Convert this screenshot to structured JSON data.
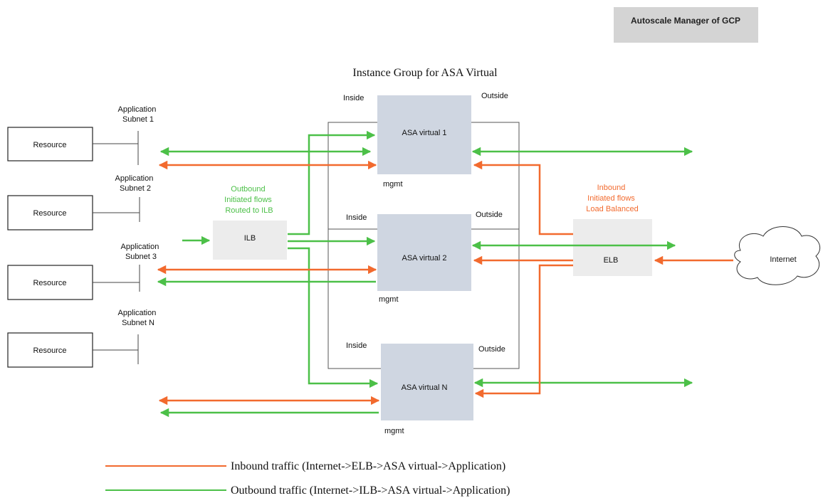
{
  "header": {
    "manager_label": "Autoscale Manager of GCP"
  },
  "group": {
    "title": "Instance Group for ASA Virtual"
  },
  "resources": [
    "Resource",
    "Resource",
    "Resource",
    "Resource"
  ],
  "subnets": [
    [
      "Application",
      "Subnet 1"
    ],
    [
      "Application",
      "Subnet 2"
    ],
    [
      "Application",
      "Subnet 3"
    ],
    [
      "Application",
      "Subnet N"
    ]
  ],
  "ilb": {
    "label": "ILB",
    "caption": [
      "Outbound",
      "Initiated flows",
      "Routed to ILB"
    ]
  },
  "elb": {
    "label": "ELB",
    "caption": [
      "Inbound",
      "Initiated flows",
      "Load Balanced"
    ]
  },
  "instances": [
    {
      "name": "ASA virtual 1",
      "inside": "Inside",
      "outside": "Outside",
      "mgmt": "mgmt"
    },
    {
      "name": "ASA virtual 2",
      "inside": "Inside",
      "outside": "Outside",
      "mgmt": "mgmt"
    },
    {
      "name": "ASA virtual N",
      "inside": "Inside",
      "outside": "Outside",
      "mgmt": "mgmt"
    }
  ],
  "internet": {
    "label": "Internet"
  },
  "legend": {
    "inbound": "Inbound traffic (Internet->ELB->ASA virtual->Application)",
    "outbound": "Outbound traffic (Internet->ILB->ASA virtual->Application)"
  },
  "colors": {
    "inbound": "#f26a2e",
    "outbound": "#4cc048",
    "instance_fill": "#cfd6e1",
    "lb_fill": "#ececec",
    "manager_fill": "#d4d4d4",
    "line": "#555555"
  }
}
